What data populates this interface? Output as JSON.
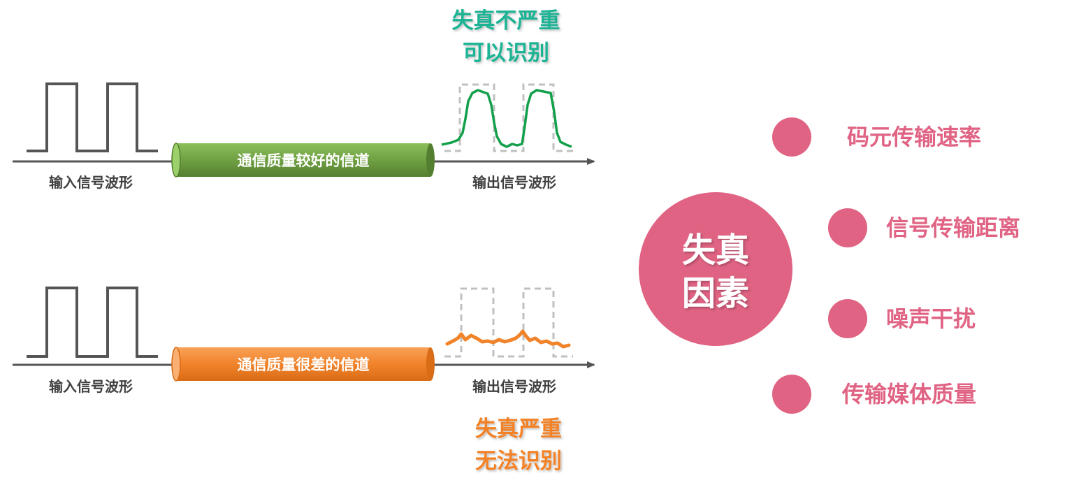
{
  "top": {
    "channel_label": "通信质量较好的信道",
    "input_label": "输入信号波形",
    "output_label": "输出信号波形",
    "verdict_line1": "失真不严重",
    "verdict_line2": "可以识别",
    "channel_color": "#6fa043",
    "verdict_color": "#1ab394",
    "output_wave_color": "#12a04a"
  },
  "bottom": {
    "channel_label": "通信质量很差的信道",
    "input_label": "输入信号波形",
    "output_label": "输出信号波形",
    "verdict_line1": "失真严重",
    "verdict_line2": "无法识别",
    "channel_color": "#f1832a",
    "verdict_color": "#f38227",
    "output_wave_color": "#f1832a"
  },
  "factors": {
    "center_line1": "失真",
    "center_line2": "因素",
    "accent_color": "#e06383",
    "items": [
      {
        "label": "码元传输速率"
      },
      {
        "label": "信号传输距离"
      },
      {
        "label": "噪声干扰"
      },
      {
        "label": "传输媒体质量"
      }
    ]
  }
}
